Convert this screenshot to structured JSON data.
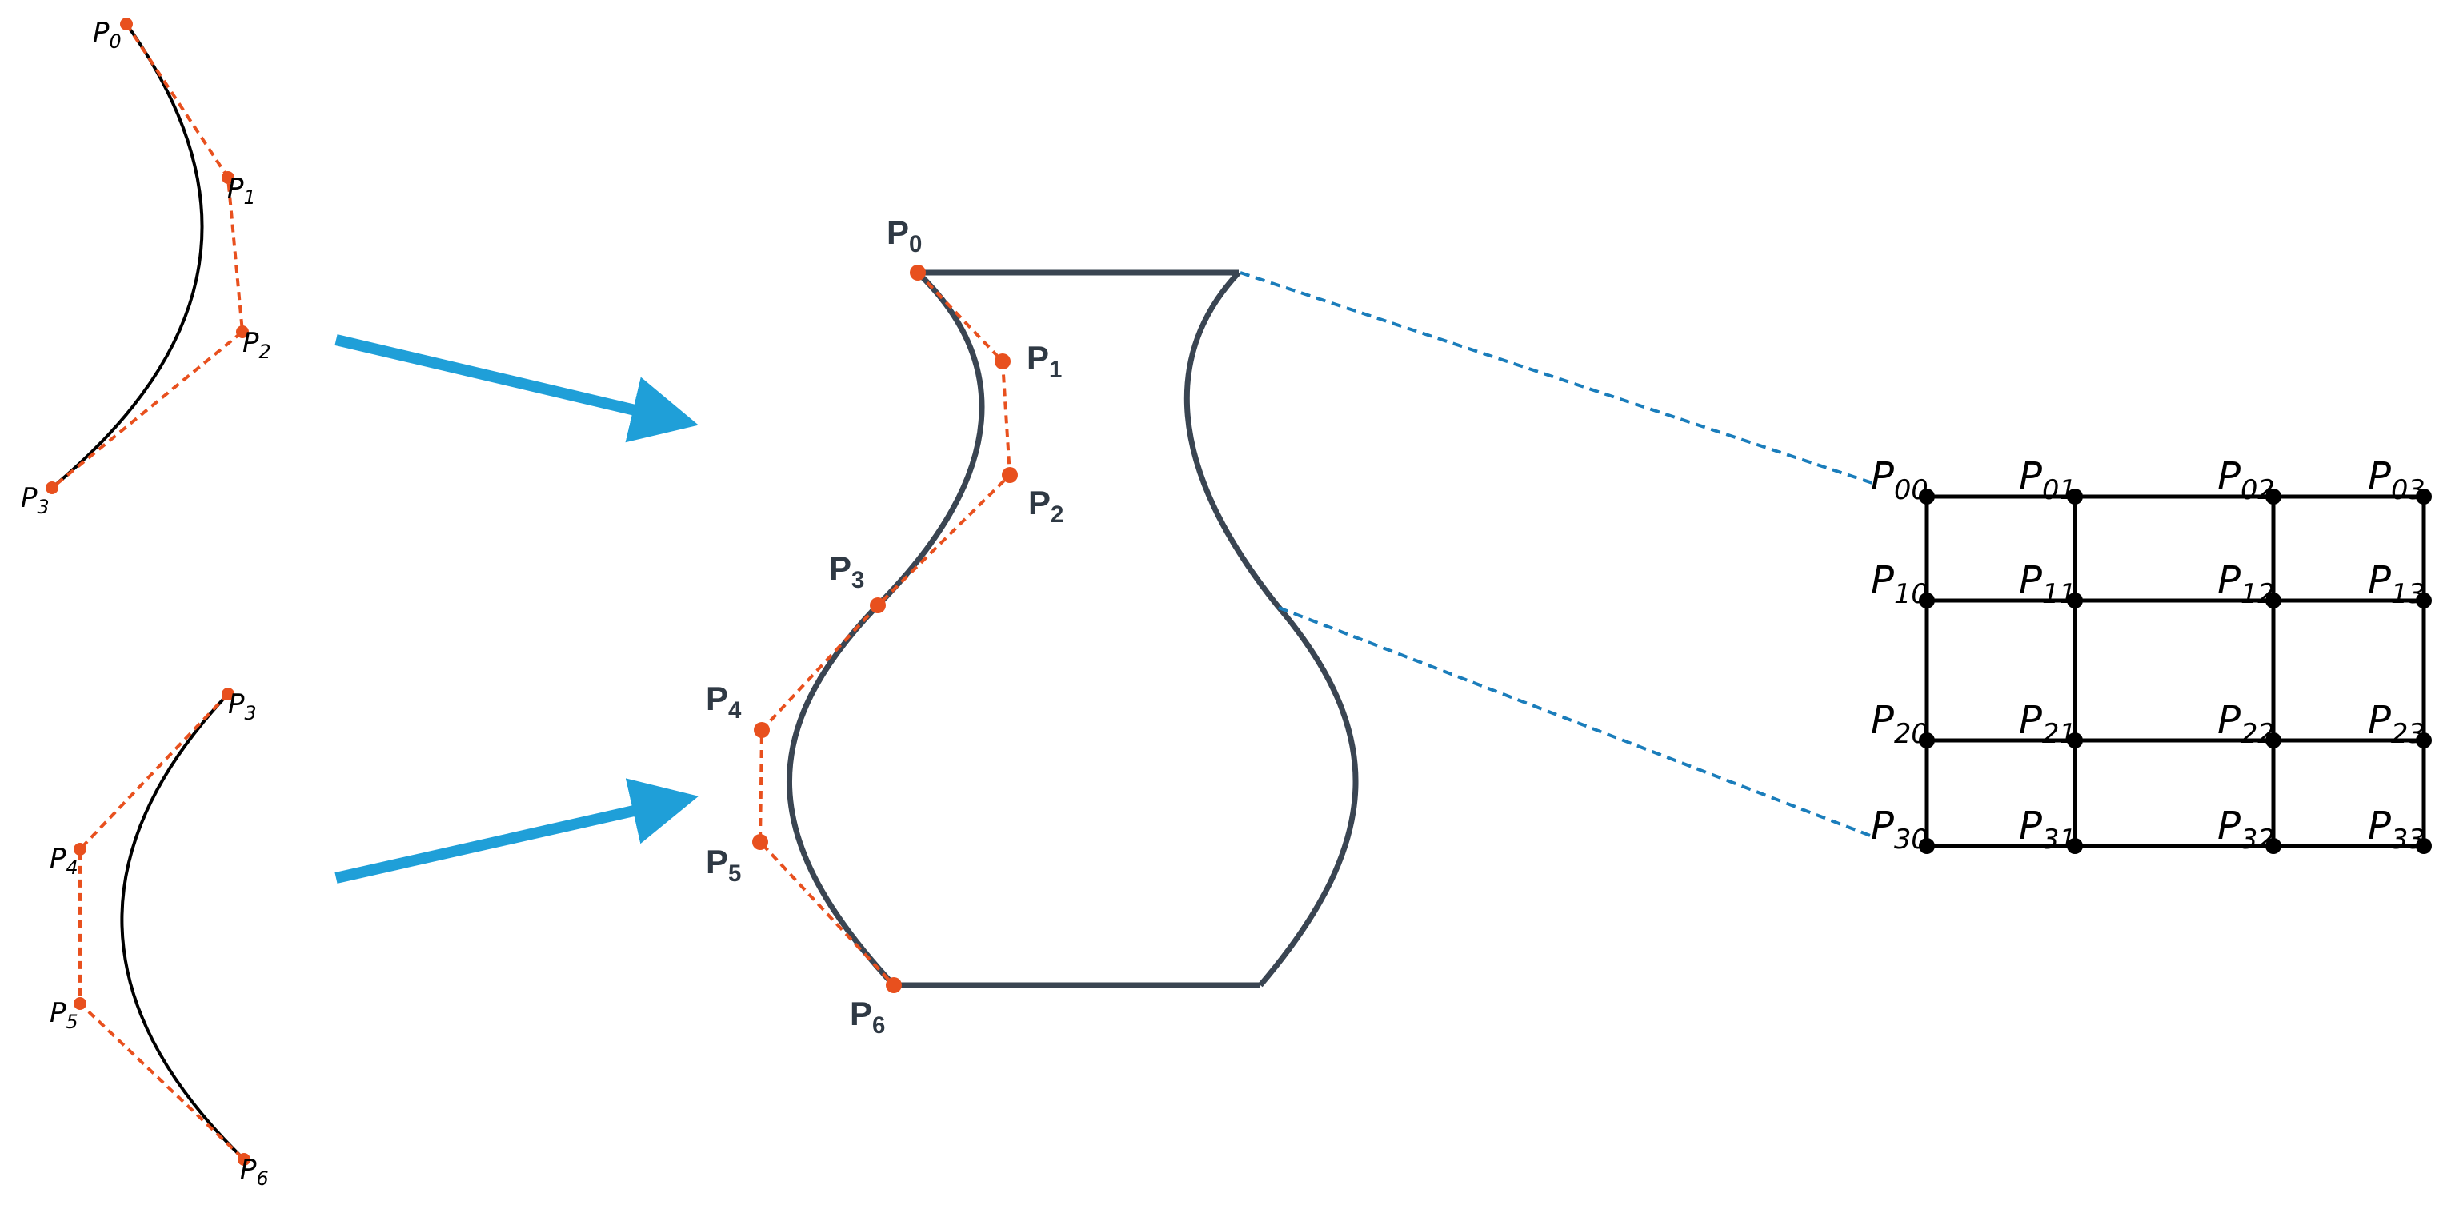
{
  "colors": {
    "control": "#e8501e",
    "curve": "#000000",
    "vase": "#3a4552",
    "arrow": "#1f9fd8",
    "guide": "#1a7dbb",
    "grid": "#000000"
  },
  "top_curve": {
    "labels": [
      {
        "base": "P",
        "sub": "0"
      },
      {
        "base": "P",
        "sub": "1"
      },
      {
        "base": "P",
        "sub": "2"
      },
      {
        "base": "P",
        "sub": "3"
      }
    ]
  },
  "bottom_curve": {
    "labels": [
      {
        "base": "P",
        "sub": "3"
      },
      {
        "base": "P",
        "sub": "4"
      },
      {
        "base": "P",
        "sub": "5"
      },
      {
        "base": "P",
        "sub": "6"
      }
    ]
  },
  "vase": {
    "labels": [
      {
        "base": "P",
        "sub": "0"
      },
      {
        "base": "P",
        "sub": "1"
      },
      {
        "base": "P",
        "sub": "2"
      },
      {
        "base": "P",
        "sub": "3"
      },
      {
        "base": "P",
        "sub": "4"
      },
      {
        "base": "P",
        "sub": "5"
      },
      {
        "base": "P",
        "sub": "6"
      }
    ]
  },
  "grid": {
    "rows": [
      [
        {
          "base": "P",
          "sub": "00"
        },
        {
          "base": "P",
          "sub": "01"
        },
        {
          "base": "P",
          "sub": "02"
        },
        {
          "base": "P",
          "sub": "03"
        }
      ],
      [
        {
          "base": "P",
          "sub": "10"
        },
        {
          "base": "P",
          "sub": "11"
        },
        {
          "base": "P",
          "sub": "12"
        },
        {
          "base": "P",
          "sub": "13"
        }
      ],
      [
        {
          "base": "P",
          "sub": "20"
        },
        {
          "base": "P",
          "sub": "21"
        },
        {
          "base": "P",
          "sub": "22"
        },
        {
          "base": "P",
          "sub": "23"
        }
      ],
      [
        {
          "base": "P",
          "sub": "30"
        },
        {
          "base": "P",
          "sub": "31"
        },
        {
          "base": "P",
          "sub": "32"
        },
        {
          "base": "P",
          "sub": "33"
        }
      ]
    ]
  }
}
